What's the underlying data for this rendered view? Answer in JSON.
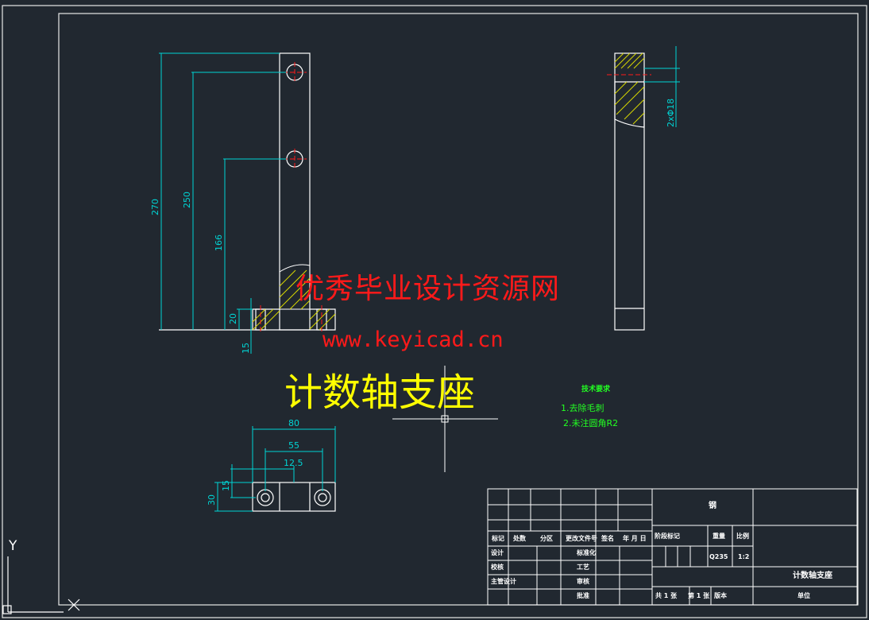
{
  "watermark": {
    "text_cn": "优秀毕业设计资源网",
    "url": "www.keyicad.cn"
  },
  "drawing_title": "计数轴支座",
  "dimensions": {
    "front_view": [
      "270",
      "250",
      "166",
      "20",
      "15"
    ],
    "side_view": [
      "2xΦ18"
    ],
    "bottom_view": [
      "80",
      "55",
      "12.5",
      "30",
      "15"
    ]
  },
  "technical_requirements": {
    "heading": "技术要求",
    "items": [
      "1.去除毛刺",
      "2.未注圆角R2"
    ]
  },
  "title_block": {
    "part_name": "计数轴支座",
    "material": "钢",
    "quantity_col": "比例",
    "scale": "1:2",
    "weight_col": "重量",
    "mark_col": "阶段标记",
    "tolerance": "Q235",
    "headers": [
      "标记",
      "处数",
      "分区",
      "更改文件号",
      "签名",
      "年 月 日"
    ],
    "roles": [
      "设计",
      "校核",
      "主管设计"
    ],
    "roles2": [
      "标准化",
      "工艺",
      "审核",
      "批准"
    ],
    "sheet_info": [
      "共 1 张",
      "第 1 张",
      "版本"
    ],
    "org": "单位"
  },
  "ucs": {
    "y_label": "Y",
    "x_label": "X"
  },
  "colors": {
    "background": "#212830",
    "outline": "#ffffff",
    "dimension": "#00d4d4",
    "hatch": "#d8d800",
    "center": "#ff1a1a",
    "title": "#ffff00",
    "notes": "#22ff22"
  }
}
